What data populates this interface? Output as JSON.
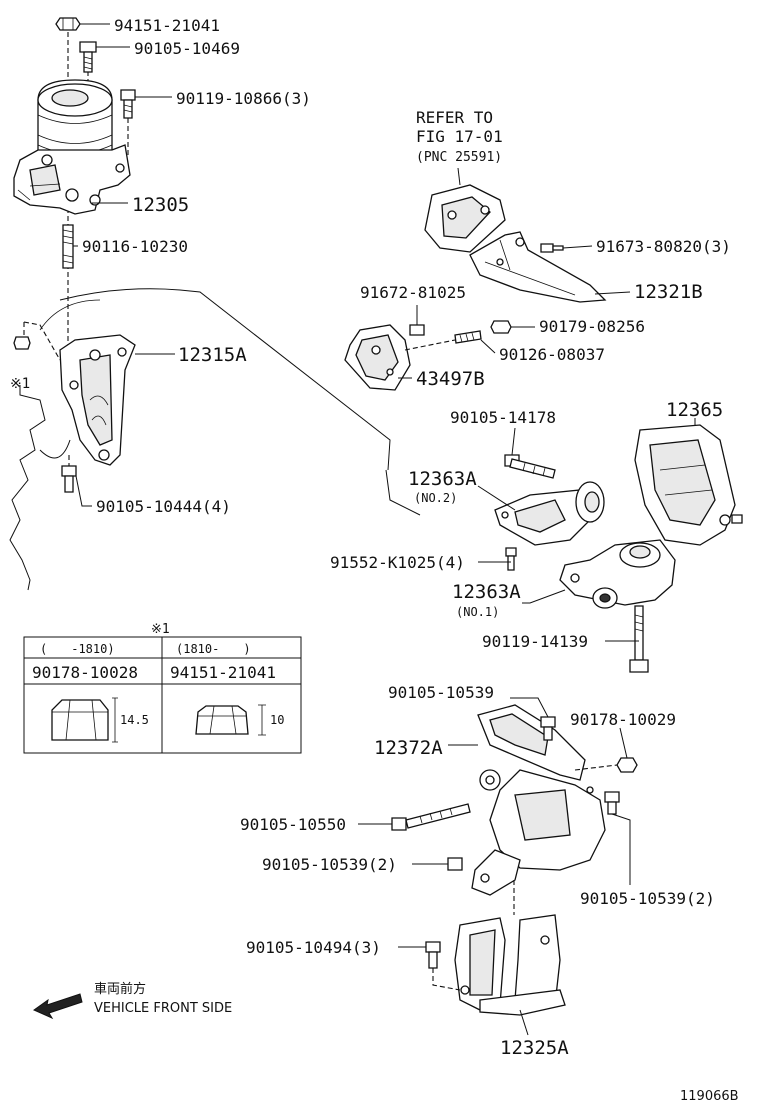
{
  "diagram": {
    "callouts": {
      "p94151_21041": "94151-21041",
      "p90105_10469": "90105-10469",
      "p90119_10866": "90119-10866(3)",
      "p12305": "12305",
      "p90116_10230": "90116-10230",
      "p12315A": "12315A",
      "p90105_10444": "90105-10444(4)",
      "refer_line1": "REFER TO",
      "refer_line2": "FIG 17-01",
      "refer_line3": "(PNC 25591)",
      "p91673_80820": "91673-80820(3)",
      "p12321B": "12321B",
      "p91672_81025": "91672-81025",
      "p90179_08256": "90179-08256",
      "p90126_08037": "90126-08037",
      "p43497B": "43497B",
      "p90105_14178": "90105-14178",
      "p12365": "12365",
      "p12363A_no2": "12363A",
      "no2": "(NO.2)",
      "p91552_K1025": "91552-K1025(4)",
      "p12363A_no1": "12363A",
      "no1": "(NO.1)",
      "p90119_14139": "90119-14139",
      "p90105_10539_top": "90105-10539",
      "p90178_10029": "90178-10029",
      "p12372A": "12372A",
      "p90105_10550": "90105-10550",
      "p90105_10539_2a": "90105-10539(2)",
      "p90105_10539_2b": "90105-10539(2)",
      "p90105_10494": "90105-10494(3)",
      "p12325A": "12325A",
      "ref_mark": "※1"
    },
    "table": {
      "title": "※1",
      "col1_range": "(　　-1810)",
      "col2_range": "(1810-　　)",
      "col1_part": "90178-10028",
      "col2_part": "94151-21041",
      "col1_height": "14.5",
      "col2_height": "10"
    },
    "direction": {
      "jp": "車両前方",
      "en": "VEHICLE FRONT SIDE",
      "icon": "arrow-left-icon"
    },
    "figure_id": "119066B"
  }
}
